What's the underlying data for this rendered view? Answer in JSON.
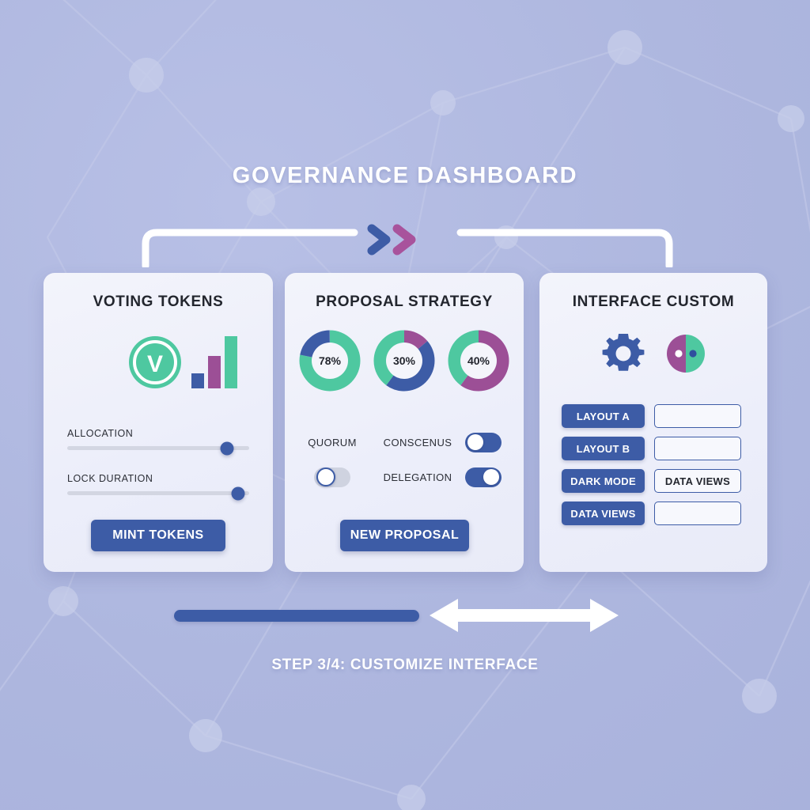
{
  "page": {
    "title": "GOVERNANCE DASHBOARD",
    "step_text": "STEP 3/4: CUSTOMIZE INTERFACE"
  },
  "colors": {
    "background": "#aeb7df",
    "card": "#f1f2fa",
    "primary_blue": "#3d5ca6",
    "green": "#4ec8a0",
    "purple": "#9c4f96",
    "text_dark": "#23262e",
    "track_grey": "#d3d6e2"
  },
  "connector": {
    "chevron_left_color": "#3d5ca6",
    "chevron_right_color": "#a8539c"
  },
  "cards": [
    {
      "id": "voting-tokens",
      "title": "VOTING TOKENS",
      "coin_letter": "V",
      "bars": [
        {
          "label": "bar-1",
          "height_pct": 28,
          "color": "#3d5ca6"
        },
        {
          "label": "bar-2",
          "height_pct": 62,
          "color": "#9c4f96"
        },
        {
          "label": "bar-3",
          "height_pct": 100,
          "color": "#4ec8a0"
        }
      ],
      "sliders": [
        {
          "label": "ALLOCATION",
          "value_pct": 88
        },
        {
          "label": "LOCK DURATION",
          "value_pct": 94
        }
      ],
      "button": "MINT TOKENS"
    },
    {
      "id": "proposal-strategy",
      "title": "PROPOSAL STRATEGY",
      "donuts": [
        {
          "label": "78%",
          "segments": [
            {
              "name": "green",
              "color": "#4ec8a0",
              "pct": 78
            },
            {
              "name": "blue",
              "color": "#3d5ca6",
              "pct": 22
            }
          ]
        },
        {
          "label": "30%",
          "segments": [
            {
              "name": "purple",
              "color": "#9c4f96",
              "pct": 14
            },
            {
              "name": "blue",
              "color": "#3d5ca6",
              "pct": 46
            },
            {
              "name": "green",
              "color": "#4ec8a0",
              "pct": 40
            }
          ]
        },
        {
          "label": "40%",
          "segments": [
            {
              "name": "purple",
              "color": "#9c4f96",
              "pct": 60
            },
            {
              "name": "green",
              "color": "#4ec8a0",
              "pct": 40
            }
          ]
        }
      ],
      "toggle_rows": [
        {
          "left_label": "QUORUM",
          "left_switch": null,
          "mid_label": "CONSCENUS",
          "right_switch": {
            "state": "on",
            "knob": "left"
          }
        },
        {
          "left_label": null,
          "left_switch": {
            "state": "off",
            "knob": "left"
          },
          "mid_label": "DELEGATION",
          "right_switch": {
            "state": "on",
            "knob": "right"
          }
        }
      ],
      "button": "NEW PROPOSAL"
    },
    {
      "id": "interface-custom",
      "title": "INTERFACE CUSTOM",
      "icons": [
        "gear-icon",
        "contrast-circle-icon"
      ],
      "options": [
        {
          "chip": "LAYOUT A",
          "field": ""
        },
        {
          "chip": "LAYOUT B",
          "field": ""
        },
        {
          "chip": "DARK MODE",
          "field": "DATA VIEWS"
        },
        {
          "chip": "DATA VIEWS",
          "field": ""
        }
      ]
    }
  ],
  "chart_data": [
    {
      "type": "bar",
      "title": "Voting token distribution",
      "categories": [
        "bar-1",
        "bar-2",
        "bar-3"
      ],
      "values": [
        28,
        62,
        100
      ],
      "ylim": [
        0,
        100
      ],
      "xlabel": "",
      "ylabel": ""
    },
    {
      "type": "pie",
      "title": "78%",
      "labels": [
        "green",
        "blue"
      ],
      "values": [
        78,
        22
      ]
    },
    {
      "type": "pie",
      "title": "30%",
      "labels": [
        "purple",
        "blue",
        "green"
      ],
      "values": [
        14,
        46,
        40
      ]
    },
    {
      "type": "pie",
      "title": "40%",
      "labels": [
        "purple",
        "green"
      ],
      "values": [
        60,
        40
      ]
    }
  ]
}
